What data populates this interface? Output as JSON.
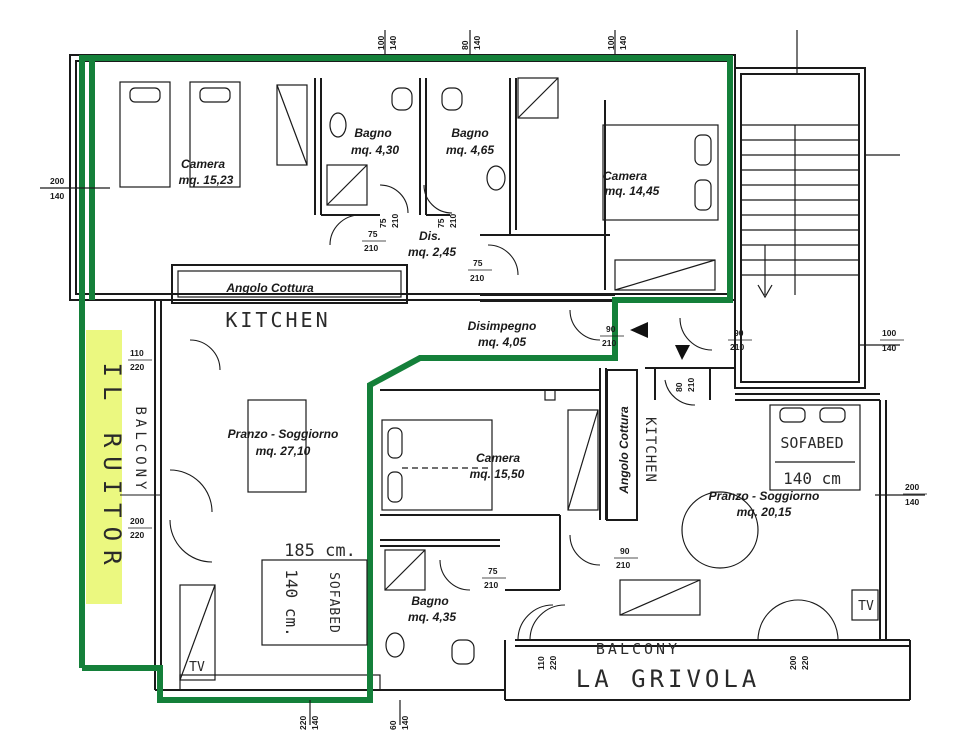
{
  "plan": {
    "rooms": {
      "camera_nw": {
        "name": "Camera",
        "area": "mq. 15,23"
      },
      "bagno_1": {
        "name": "Bagno",
        "area": "mq. 4,30"
      },
      "bagno_2": {
        "name": "Bagno",
        "area": "mq. 4,65"
      },
      "camera_ne": {
        "name": "Camera",
        "area": "mq. 14,45"
      },
      "dis": {
        "name": "Dis.",
        "area": "mq. 2,45"
      },
      "angolo_cottura_1": {
        "name": "Angolo Cottura"
      },
      "disimpegno": {
        "name": "Disimpegno",
        "area": "mq. 4,05"
      },
      "pranzo_1": {
        "name": "Pranzo - Soggiorno",
        "area": "mq. 27,10"
      },
      "camera_c": {
        "name": "Camera",
        "area": "mq. 15,50"
      },
      "angolo_cottura_2": {
        "name": "Angolo Cottura"
      },
      "pranzo_2": {
        "name": "Pranzo - Soggiorno",
        "area": "mq. 20,15"
      },
      "bagno_3": {
        "name": "Bagno",
        "area": "mq. 4,35"
      }
    },
    "handwritten": {
      "kitchen_1": "KITCHEN",
      "kitchen_2": "KITCHEN",
      "balcony_1": "BALCONY",
      "balcony_2": "BALCONY",
      "il_ruitor": "IL RUITOR",
      "la_grivola": "LA GRIVOLA",
      "sofabed_1": "SOFABED",
      "sofabed_2": "SOFABED",
      "size_185": "185 cm.",
      "size_140a": "140 cm.",
      "size_140b": "140 cm",
      "tv": "TV"
    },
    "dimensions": {
      "w_top_1": {
        "a": "100",
        "b": "140"
      },
      "w_top_2": {
        "a": "80",
        "b": "140"
      },
      "w_top_3": {
        "a": "100",
        "b": "140"
      },
      "w_left": {
        "a": "200",
        "b": "140"
      },
      "d_75_a": {
        "a": "75",
        "b": "210"
      },
      "d_75_b": {
        "a": "75",
        "b": "210"
      },
      "d_75_c": {
        "a": "75",
        "b": "210"
      },
      "d_75_d": {
        "a": "75",
        "b": "210"
      },
      "d_90_a": {
        "a": "90",
        "b": "210"
      },
      "d_90_b": {
        "a": "90",
        "b": "210"
      },
      "d_80": {
        "a": "80",
        "b": "210"
      },
      "w_right_1": {
        "a": "100",
        "b": "140"
      },
      "d_110_220_a": {
        "a": "110",
        "b": "220"
      },
      "d_200_220_a": {
        "a": "200",
        "b": "220"
      },
      "d_90_c": {
        "a": "90",
        "b": "210"
      },
      "d_75_e": {
        "a": "75",
        "b": "210"
      },
      "w_right_2": {
        "a": "200",
        "b": "140"
      },
      "d_110_220_b": {
        "a": "110",
        "b": "220"
      },
      "d_200_220_b": {
        "a": "200",
        "b": "220"
      },
      "w_bot_1": {
        "a": "220",
        "b": "140"
      },
      "w_bot_2": {
        "a": "60",
        "b": "140"
      }
    },
    "colors": {
      "green_outline": "#14803a",
      "highlight": "#e8f76a",
      "ink": "#1a1a1a"
    }
  }
}
